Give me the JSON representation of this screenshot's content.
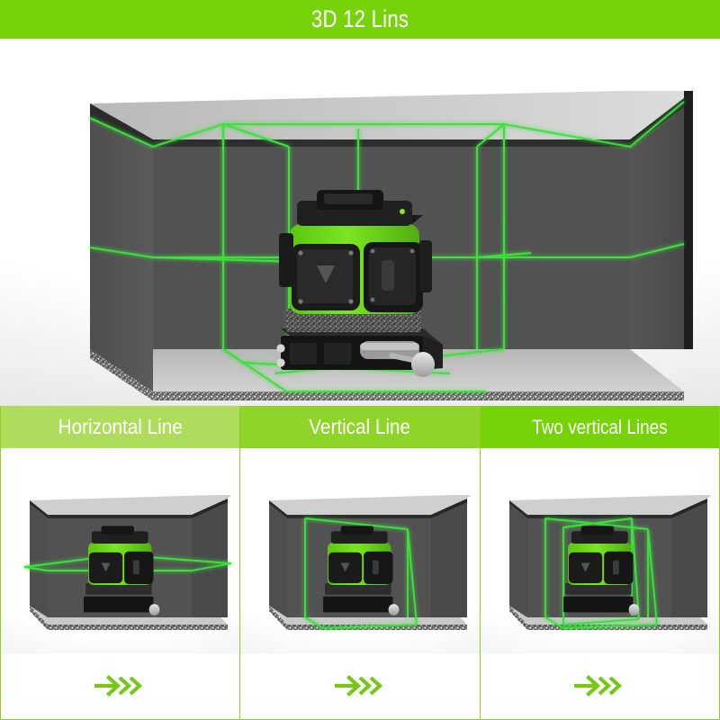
{
  "header": {
    "title": "3D 12 Lins",
    "bg_color": "#76d209",
    "text_color": "#ffffff"
  },
  "hero": {
    "name": "laser-level-room-scene",
    "description": "3D laser level projecting 12 green lines inside a room",
    "laser_color": "#3ce03c",
    "wall_color": "#555555",
    "ceiling_color": "#8c8c8c",
    "floor_color": "#c9c9c9",
    "device": {
      "body_color": "#6bd81a",
      "housing_color": "#1c1c1c",
      "base_color": "#181818",
      "knob_color": "#c8c8c8"
    }
  },
  "panels": [
    {
      "label": "Horizontal Line",
      "head_color": "#aedc5d",
      "mode": "horizontal",
      "arrow_icon": "double-chevron-right-icon",
      "arrow_color": "#76c717"
    },
    {
      "label": "Vertical Line",
      "head_color": "#8fd429",
      "mode": "vertical",
      "arrow_icon": "double-chevron-right-icon",
      "arrow_color": "#76c717"
    },
    {
      "label": "Two vertical Lines",
      "head_color": "#76d209",
      "mode": "two-vertical",
      "arrow_icon": "double-chevron-right-icon",
      "arrow_color": "#76c717"
    }
  ]
}
